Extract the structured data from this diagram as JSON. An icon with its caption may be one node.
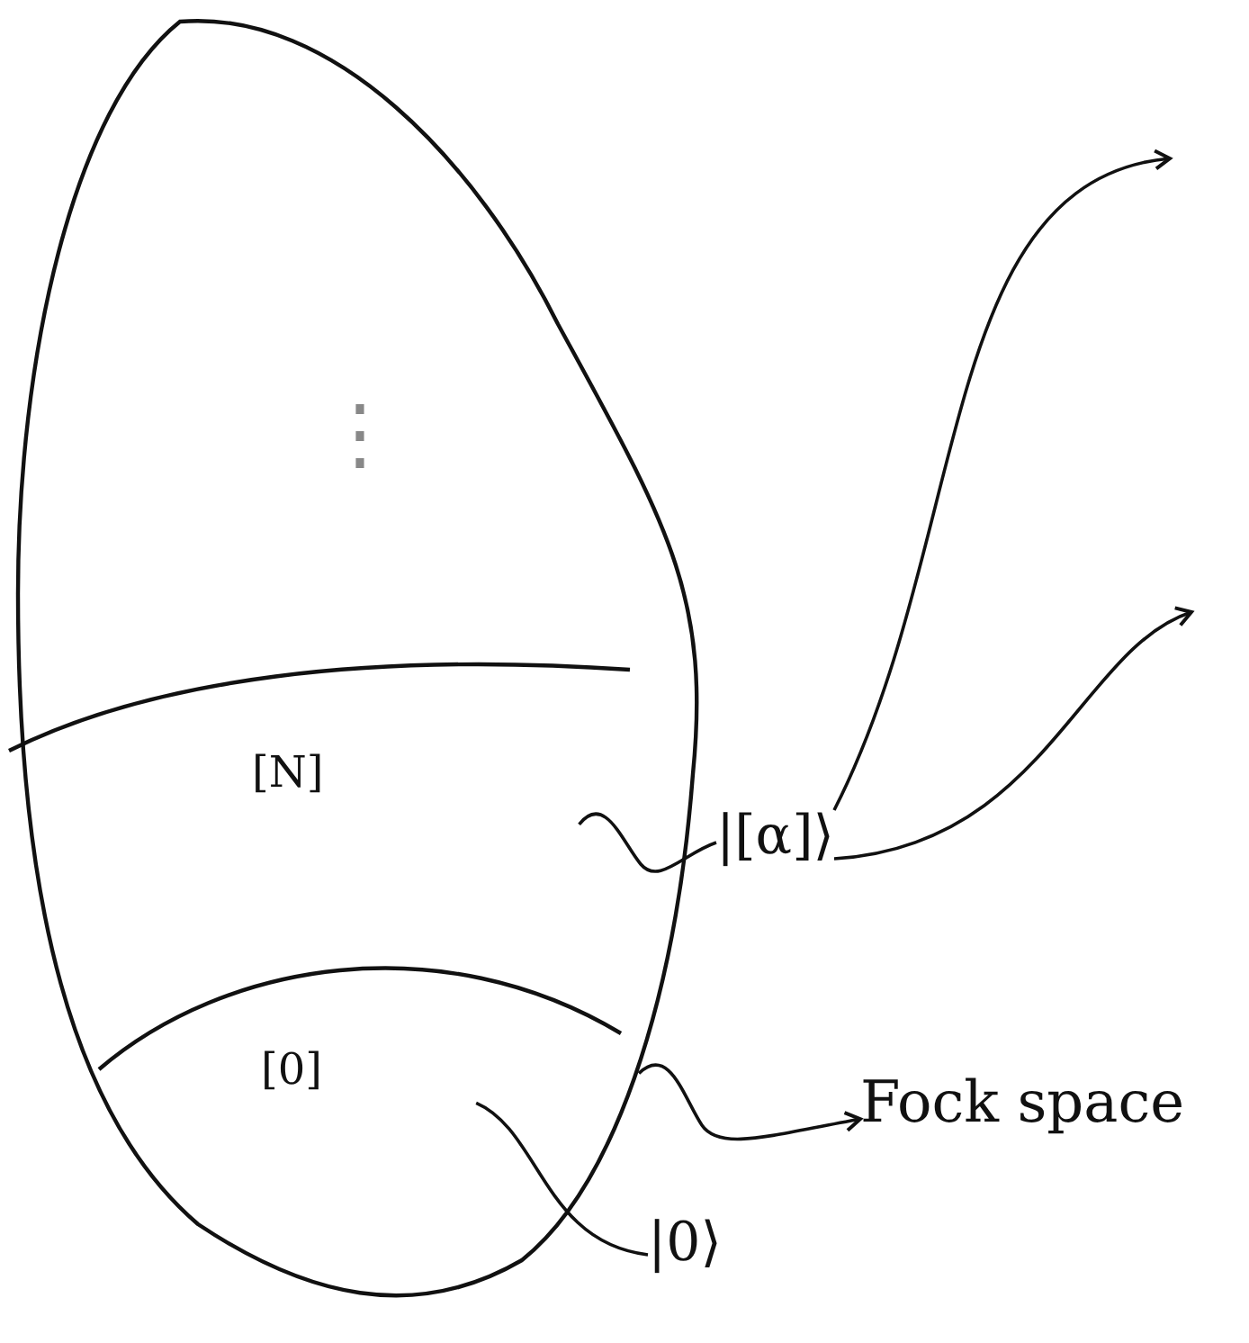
{
  "diagram": {
    "nodes": [
      {
        "text": [],
        "shape": "oval"
      },
      {
        "text": [
          "[N]"
        ],
        "in": 0
      },
      {
        "text": [
          "[0]"
        ],
        "in": 0
      },
      {
        "text": [
          "|[α]⟩"
        ]
      },
      {
        "text": [
          "Fock space"
        ]
      },
      {
        "text": [
          "|0⟩"
        ]
      }
    ],
    "edges": [
      {
        "from": 1,
        "to": 3,
        "arrow": "none"
      },
      {
        "from": 0,
        "to": 4,
        "arrow": "to"
      },
      {
        "from": 2,
        "to": 5,
        "arrow": "none"
      },
      {
        "from": 3,
        "to": null,
        "arrow": "to"
      },
      {
        "from": 3,
        "to": null,
        "arrow": "to"
      }
    ],
    "labels": [
      "⋮"
    ]
  }
}
